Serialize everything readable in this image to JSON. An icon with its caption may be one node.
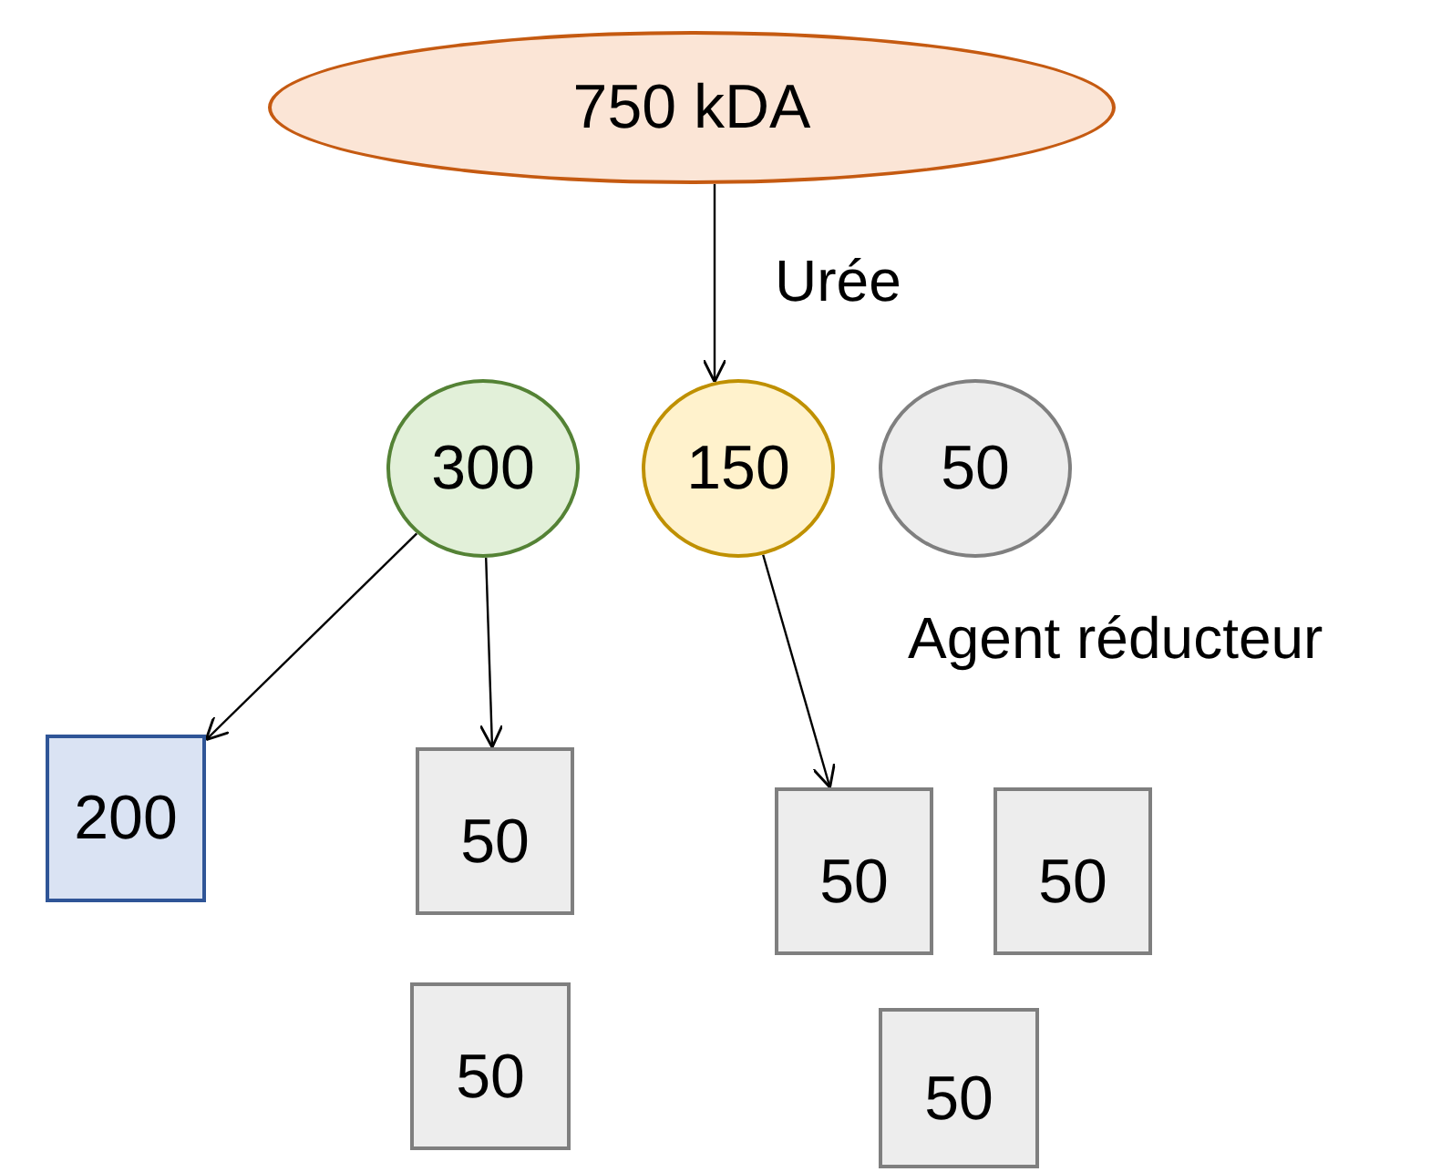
{
  "diagram": {
    "nodes": [
      {
        "text": [
          "750 kDA"
        ]
      },
      {
        "text": [
          "300"
        ]
      },
      {
        "text": [
          "150"
        ]
      },
      {
        "text": [
          "50"
        ]
      },
      {
        "text": [
          "200"
        ]
      },
      {
        "text": [
          "50"
        ]
      },
      {
        "text": [
          "50"
        ]
      },
      {
        "text": [
          "50"
        ]
      },
      {
        "text": [
          "50"
        ]
      },
      {
        "text": [
          "50"
        ]
      }
    ],
    "edges": [
      {
        "from": 0,
        "to": 2,
        "arrow": "to",
        "label": "Urée"
      },
      {
        "from": 1,
        "to": 4,
        "arrow": "to"
      },
      {
        "from": 1,
        "to": 5,
        "arrow": "to"
      },
      {
        "from": 2,
        "to": 7,
        "arrow": "to",
        "label": "Agent réducteur"
      }
    ]
  }
}
